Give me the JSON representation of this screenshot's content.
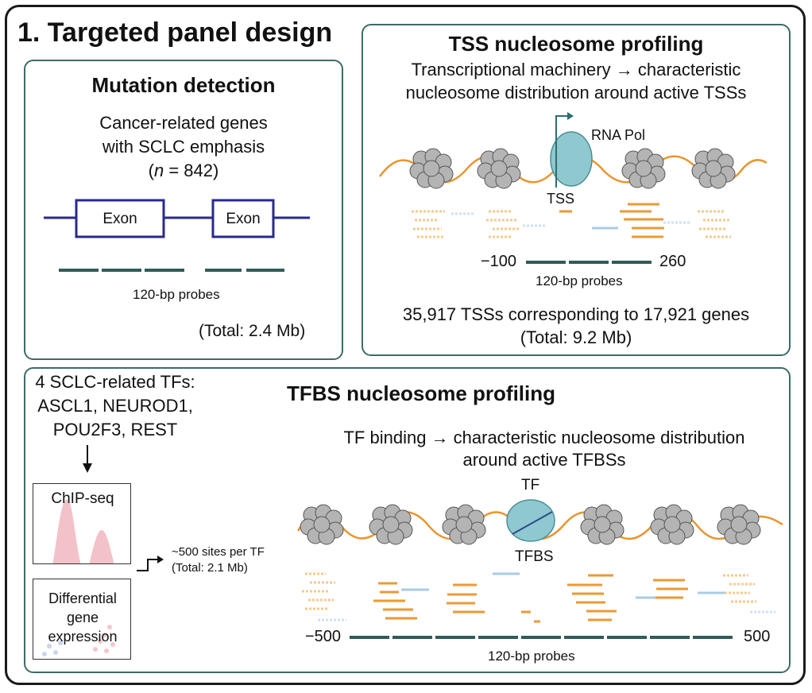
{
  "figure": {
    "title": "1. Targeted panel design"
  },
  "mutation_panel": {
    "heading": "Mutation detection",
    "desc_line1": "Cancer-related genes",
    "desc_line2": "with SCLC emphasis",
    "count_open": "(",
    "count_n": "n",
    "count_rest": " = 842)",
    "exon1": "Exon",
    "exon2": "Exon",
    "probes_label": "120-bp probes",
    "total": "(Total: 2.4 Mb)"
  },
  "tss_panel": {
    "heading": "TSS nucleosome profiling",
    "desc_line1": "Transcriptional machinery → characteristic",
    "desc_line2": "nucleosome distribution around active TSSs",
    "rna_pol_label": "RNA Pol",
    "tss_label": "TSS",
    "axis_left": "−100",
    "axis_right": "260",
    "probes_label": "120-bp probes",
    "summary": "35,917 TSSs corresponding to 17,921 genes",
    "total": "(Total: 9.2 Mb)"
  },
  "tfbs_panel": {
    "heading": "TFBS nucleosome profiling",
    "tf_list_line1": "4 SCLC-related TFs:",
    "tf_list_line2": "ASCL1, NEUROD1,",
    "tf_list_line3": "POU2F3, REST",
    "chipseq_label": "ChIP-seq",
    "diffexp_line1": "Differential",
    "diffexp_line2": "gene",
    "diffexp_line3": "expression",
    "sites_label": "~500 sites per TF",
    "sites_total": "(Total: 2.1 Mb)",
    "desc_line1": "TF binding → characteristic nucleosome distribution",
    "desc_line2": "around active TFBSs",
    "tf_label": "TF",
    "tfbs_label": "TFBS",
    "axis_left": "−500",
    "axis_right": "500",
    "probes_label": "120-bp probes"
  },
  "colors": {
    "panel_border": "#3d6b68",
    "probe": "#2f5c58",
    "exon_line": "#2a2a8c",
    "dna_strand": "#e8952f",
    "fragment_orange": "#ea9a35",
    "fragment_blue": "#a9cbe6",
    "nucleosome": "#b4b4b4",
    "protein": "#8fc9cf",
    "chipseq_peak": "#f0b3ba"
  },
  "icons": [
    "nucleosome-icon",
    "rna-polymerase-icon",
    "transcription-factor-icon",
    "tss-arrow-icon",
    "down-arrow-icon",
    "step-arrow-icon"
  ]
}
